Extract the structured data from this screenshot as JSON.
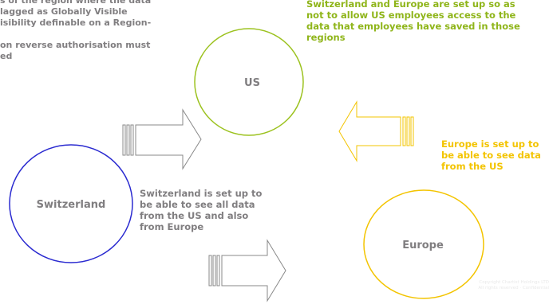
{
  "top_left_text": {
    "line1": "s of the region where the data",
    "line2": "lagged as Globally Visible",
    "line3": "isibility definable on a Region-",
    "line4": "on reverse authorisation must",
    "line5": "ed"
  },
  "notes": {
    "swiss_europe": "Switzerland and Europe are set up so as not to allow US employees access to the data that employees have saved in those regions",
    "europe": "Europe is set up to be able to see data from the US",
    "switzerland": "Switzerland is set up to be able to see all data from the US and also from Europe"
  },
  "nodes": {
    "us": "US",
    "switzerland": "Switzerland",
    "europe": "Europe"
  },
  "watermark": {
    "line1": "Copyright Chartist Holdings LTD",
    "line2": "All rights reserved · Confidential"
  },
  "colors": {
    "us": "#9cc21f",
    "switzerland": "#2a2ad0",
    "europe": "#f3c400",
    "text_gray": "#807e80",
    "arrow_gray": "#888888",
    "arrow_yellow": "#f3c400"
  }
}
